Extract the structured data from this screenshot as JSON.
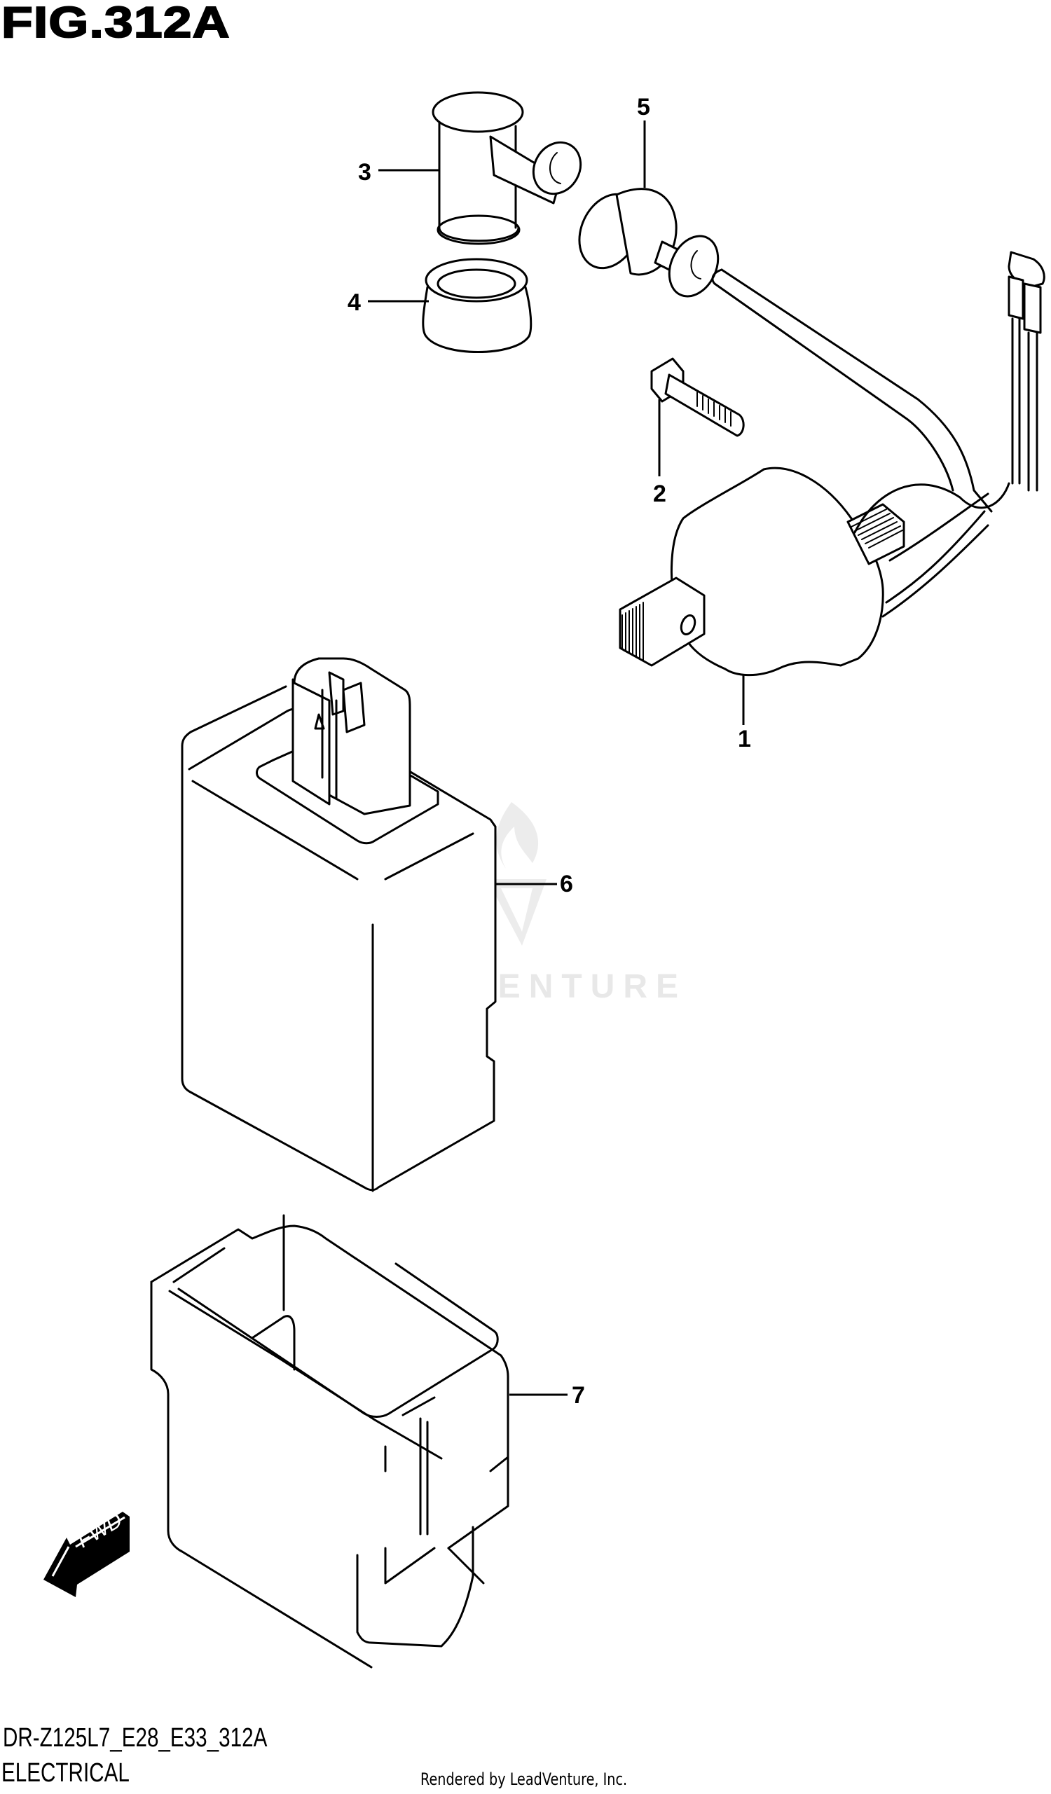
{
  "figure": {
    "title": "FIG.312A",
    "model_code": "DR-Z125L7_E28_E33_312A",
    "section": "ELECTRICAL",
    "credit": "Rendered by LeadVenture, Inc.",
    "watermark": "LEADVENTURE"
  },
  "orientation": {
    "arrow_label": "FWD",
    "icon": "fwd-arrow-icon"
  },
  "callouts": [
    {
      "number": "1",
      "part": "ignition-coil"
    },
    {
      "number": "2",
      "part": "bolt"
    },
    {
      "number": "3",
      "part": "spark-plug-cap"
    },
    {
      "number": "4",
      "part": "plug-cap-seal"
    },
    {
      "number": "5",
      "part": "cable-grommet"
    },
    {
      "number": "6",
      "part": "cdi-unit"
    },
    {
      "number": "7",
      "part": "cdi-unit-cover"
    }
  ],
  "colors": {
    "line": "#000000",
    "background": "#ffffff",
    "watermark": "#e8e8e8"
  }
}
